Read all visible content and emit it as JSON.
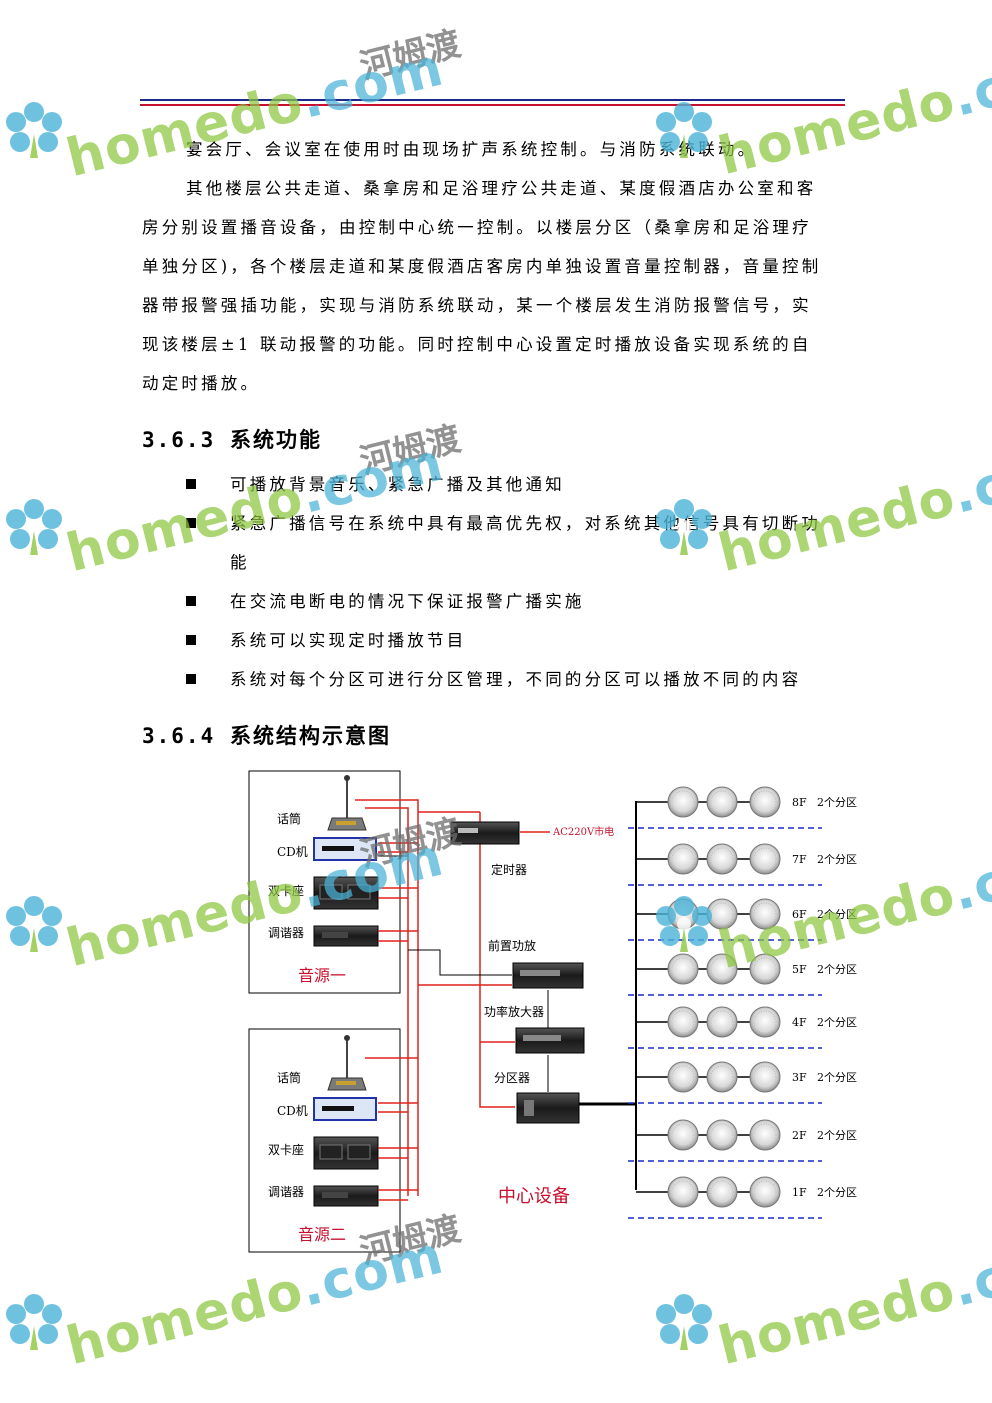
{
  "header_rule_colors": {
    "top": "#1a2a8c",
    "bottom": "#c8102e"
  },
  "intro": {
    "p1": "宴会厅、会议室在使用时由现场扩声系统控制。与消防系统联动。",
    "p2_lines": [
      "其他楼层公共走道、桑拿房和足浴理疗公共走道、某度假酒店办公室和客",
      "房分别设置播音设备，由控制中心统一控制。以楼层分区（桑拿房和足浴理疗",
      "单独分区)，各个楼层走道和某度假酒店客房内单独设置音量控制器，音量控制",
      "器带报警强插功能，实现与消防系统联动，某一个楼层发生消防报警信号，实",
      "现该楼层±1 联动报警的功能。同时控制中心设置定时播放设备实现系统的自",
      "动定时播放。"
    ]
  },
  "section_363": {
    "number": "3.6.3",
    "title": "系统功能"
  },
  "features": [
    {
      "line1": "可播放背景音乐、紧急广播及其他通知",
      "line2": ""
    },
    {
      "line1": "紧急广播信号在系统中具有最高优先权，对系统其他信号具有切断功",
      "line2": "能"
    },
    {
      "line1": "在交流电断电的情况下保证报警广播实施",
      "line2": ""
    },
    {
      "line1": "系统可以实现定时播放节目",
      "line2": ""
    },
    {
      "line1": "系统对每个分区可进行分区管理，不同的分区可以播放不同的内容",
      "line2": ""
    }
  ],
  "section_364": {
    "number": "3.6.4",
    "title": "系统结构示意图"
  },
  "diagram": {
    "source1": {
      "devices": [
        "话筒",
        "CD机",
        "双卡座",
        "调谐器"
      ],
      "label": "音源一"
    },
    "source2": {
      "devices": [
        "话筒",
        "CD机",
        "双卡座",
        "调谐器"
      ],
      "label": "音源二"
    },
    "timer": "定时器",
    "power_in": "AC220V市电",
    "preamp": "前置功放",
    "power_amp": "功率放大器",
    "zone_divider": "分区器",
    "center_label": "中心设备",
    "floors": [
      {
        "floor": "8F",
        "zones": "2个分区"
      },
      {
        "floor": "7F",
        "zones": "2个分区"
      },
      {
        "floor": "6F",
        "zones": "2个分区"
      },
      {
        "floor": "5F",
        "zones": "2个分区"
      },
      {
        "floor": "4F",
        "zones": "2个分区"
      },
      {
        "floor": "3F",
        "zones": "2个分区"
      },
      {
        "floor": "2F",
        "zones": "2个分区"
      },
      {
        "floor": "1F",
        "zones": "2个分区"
      }
    ],
    "colors": {
      "signal": "#e0201c",
      "line": "#000000",
      "dash": "#1a2ac8",
      "label_red": "#c8102e"
    }
  },
  "watermark": {
    "cn": "河姆渡",
    "en_green": "homedo",
    "en_blue": ".com"
  }
}
